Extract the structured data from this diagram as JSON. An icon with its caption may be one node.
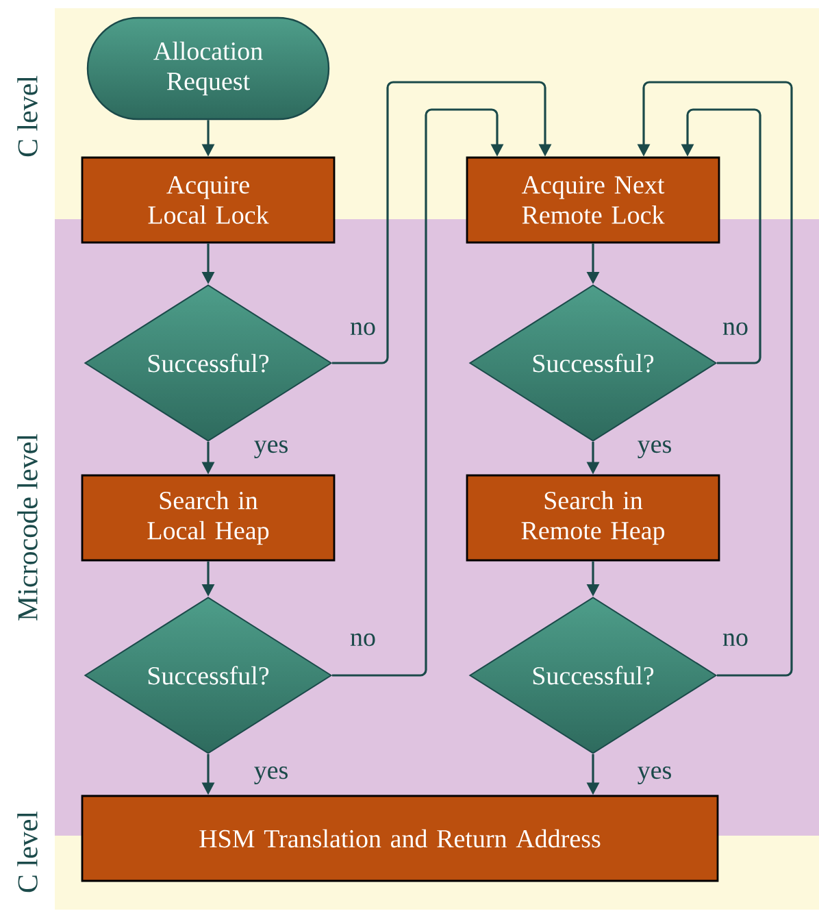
{
  "diagram": {
    "nodes": [
      {
        "text": [
          "C level"
        ]
      },
      {
        "text": [
          "Microcode level"
        ]
      },
      {
        "text": [
          "C level"
        ]
      },
      {
        "text": [
          "Allocation Request"
        ],
        "in": 0
      },
      {
        "text": [
          "Acquire Local Lock"
        ]
      },
      {
        "text": [
          "Acquire Next Remote Lock"
        ]
      },
      {
        "text": [
          "Successful?"
        ],
        "in": 1
      },
      {
        "text": [
          "Successful?"
        ],
        "in": 1
      },
      {
        "text": [
          "Search in Local Heap"
        ],
        "in": 1
      },
      {
        "text": [
          "Search in Remote Heap"
        ],
        "in": 1
      },
      {
        "text": [
          "Successful?"
        ],
        "in": 1
      },
      {
        "text": [
          "Successful?"
        ],
        "in": 1
      },
      {
        "text": [
          "HSM Translation and Return Address"
        ]
      }
    ],
    "edges": [
      {
        "from": 3,
        "to": 4,
        "arrow": "to"
      },
      {
        "from": 4,
        "to": 6,
        "arrow": "to"
      },
      {
        "from": 6,
        "to": 8,
        "arrow": "to",
        "label": "yes"
      },
      {
        "from": 8,
        "to": 10,
        "arrow": "to"
      },
      {
        "from": 10,
        "to": 12,
        "arrow": "to",
        "label": "yes"
      },
      {
        "from": 6,
        "to": 5,
        "arrow": "to",
        "label": "no"
      },
      {
        "from": 10,
        "to": 5,
        "arrow": "to",
        "label": "no"
      },
      {
        "from": 5,
        "to": 7,
        "arrow": "to"
      },
      {
        "from": 7,
        "to": 9,
        "arrow": "to",
        "label": "yes"
      },
      {
        "from": 7,
        "to": 5,
        "arrow": "to",
        "label": "no"
      },
      {
        "from": 9,
        "to": 11,
        "arrow": "to"
      },
      {
        "from": 11,
        "to": 12,
        "arrow": "to",
        "label": "yes"
      },
      {
        "from": 11,
        "to": 5,
        "arrow": "to",
        "label": "no"
      }
    ]
  }
}
